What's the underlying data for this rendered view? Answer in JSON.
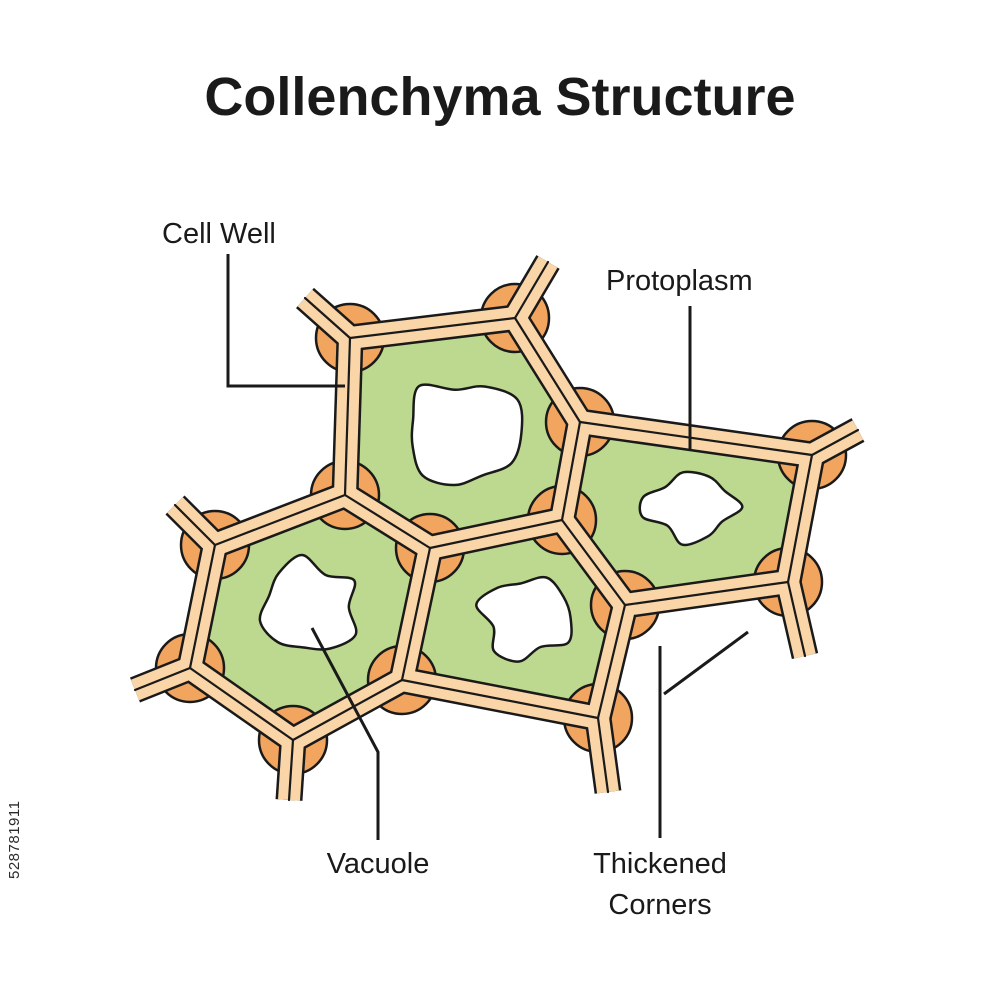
{
  "title": "Collenchyma Structure",
  "labels": {
    "cell_wall": "Cell Well",
    "protoplasm": "Protoplasm",
    "vacuole": "Vacuole",
    "thickened_corners_line1": "Thickened",
    "thickened_corners_line2": "Corners"
  },
  "watermark_id": "528781911",
  "colors": {
    "cytoplasm": "#bcd98f",
    "wall_fill": "#fad5a8",
    "corner_thickening": "#f2a55e",
    "outline": "#1a1a1a",
    "vacuole": "#ffffff"
  }
}
